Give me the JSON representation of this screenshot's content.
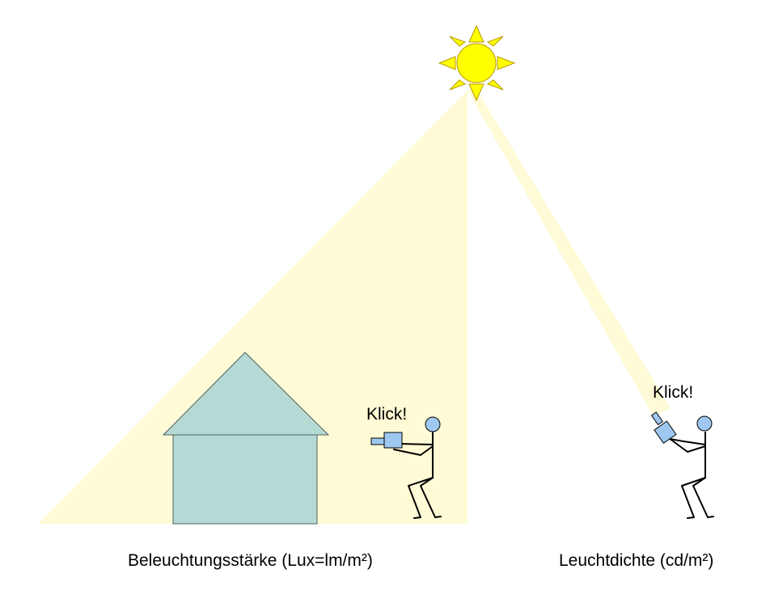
{
  "labels": {
    "illuminance": "Beleuchtungsstärke (Lux=lm/m²)",
    "luminance": "Leuchtdichte (cd/m²)",
    "click_left": "Klick!",
    "click_right": "Klick!"
  },
  "colors": {
    "light_beam": "#fffbd6",
    "sun_fill": "#ffff00",
    "sun_stroke": "#b89a00",
    "house_fill": "#b5dad6",
    "house_stroke": "#50605e",
    "camera_fill": "#9ec8f0",
    "figure_stroke": "#000000"
  },
  "icons": {
    "sun": "sun-icon",
    "house": "house-icon",
    "person": "person-with-camera-icon"
  }
}
